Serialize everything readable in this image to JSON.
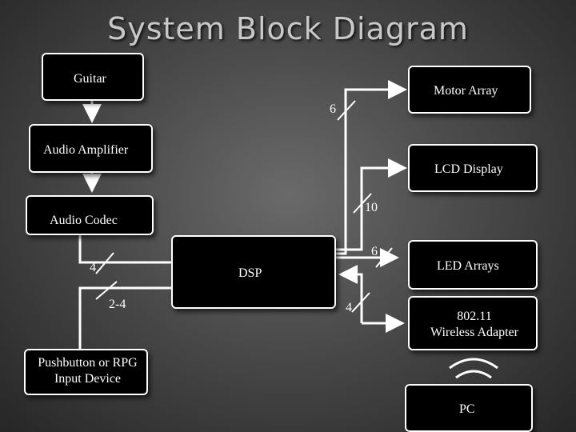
{
  "title": "System Block Diagram",
  "blocks": {
    "guitar": "Guitar",
    "motor_array": "Motor Array",
    "audio_amplifier": "Audio Amplifier",
    "lcd_display": "LCD Display",
    "audio_codec": "Audio Codec",
    "dsp": "DSP",
    "led_arrays": "LED Arrays",
    "wireless_adapter": "802.11\nWireless Adapter",
    "pushbutton": "Pushbutton or RPG\nInput Device",
    "pc": "PC"
  },
  "bus_labels": {
    "motor": "6",
    "lcd": "10",
    "led": "6",
    "wireless": "4",
    "codec": "4",
    "pushbutton": "2-4"
  },
  "colors": {
    "line": "#ffffff",
    "box_fill": "#000000",
    "title": "#c8c8c8"
  }
}
